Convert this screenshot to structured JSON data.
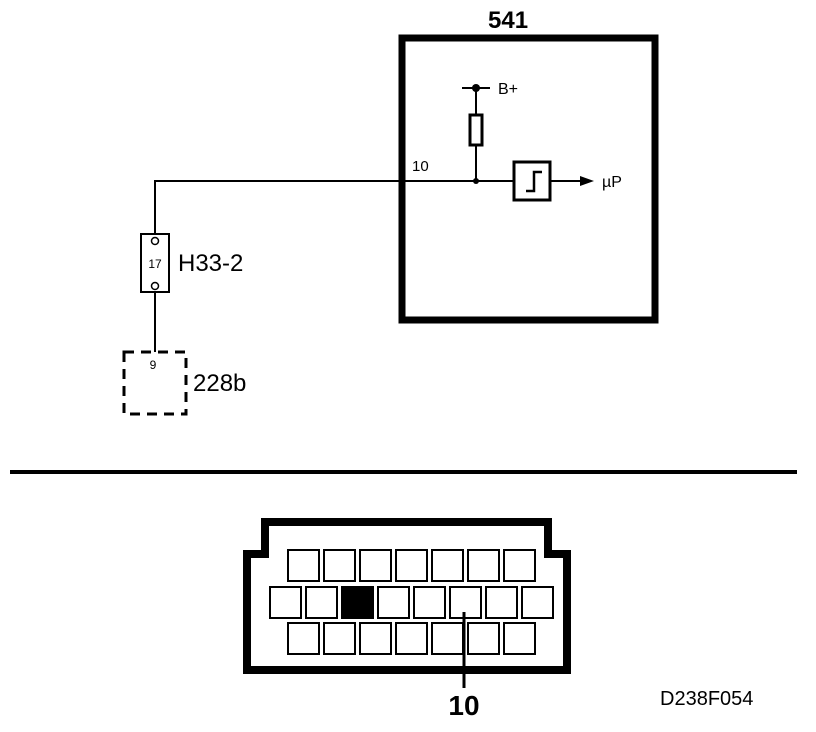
{
  "module": {
    "title": "541",
    "pin_number": "10",
    "supply_label": "B+",
    "output_label": "µP"
  },
  "connector_h33": {
    "label": "H33-2",
    "pin": "17"
  },
  "component_228b": {
    "label": "228b",
    "pin": "9"
  },
  "connector_view": {
    "highlighted_pin_label": "10",
    "highlighted_pin_number": 10,
    "rows": [
      7,
      8,
      7
    ]
  },
  "figure_code": "D238F054"
}
